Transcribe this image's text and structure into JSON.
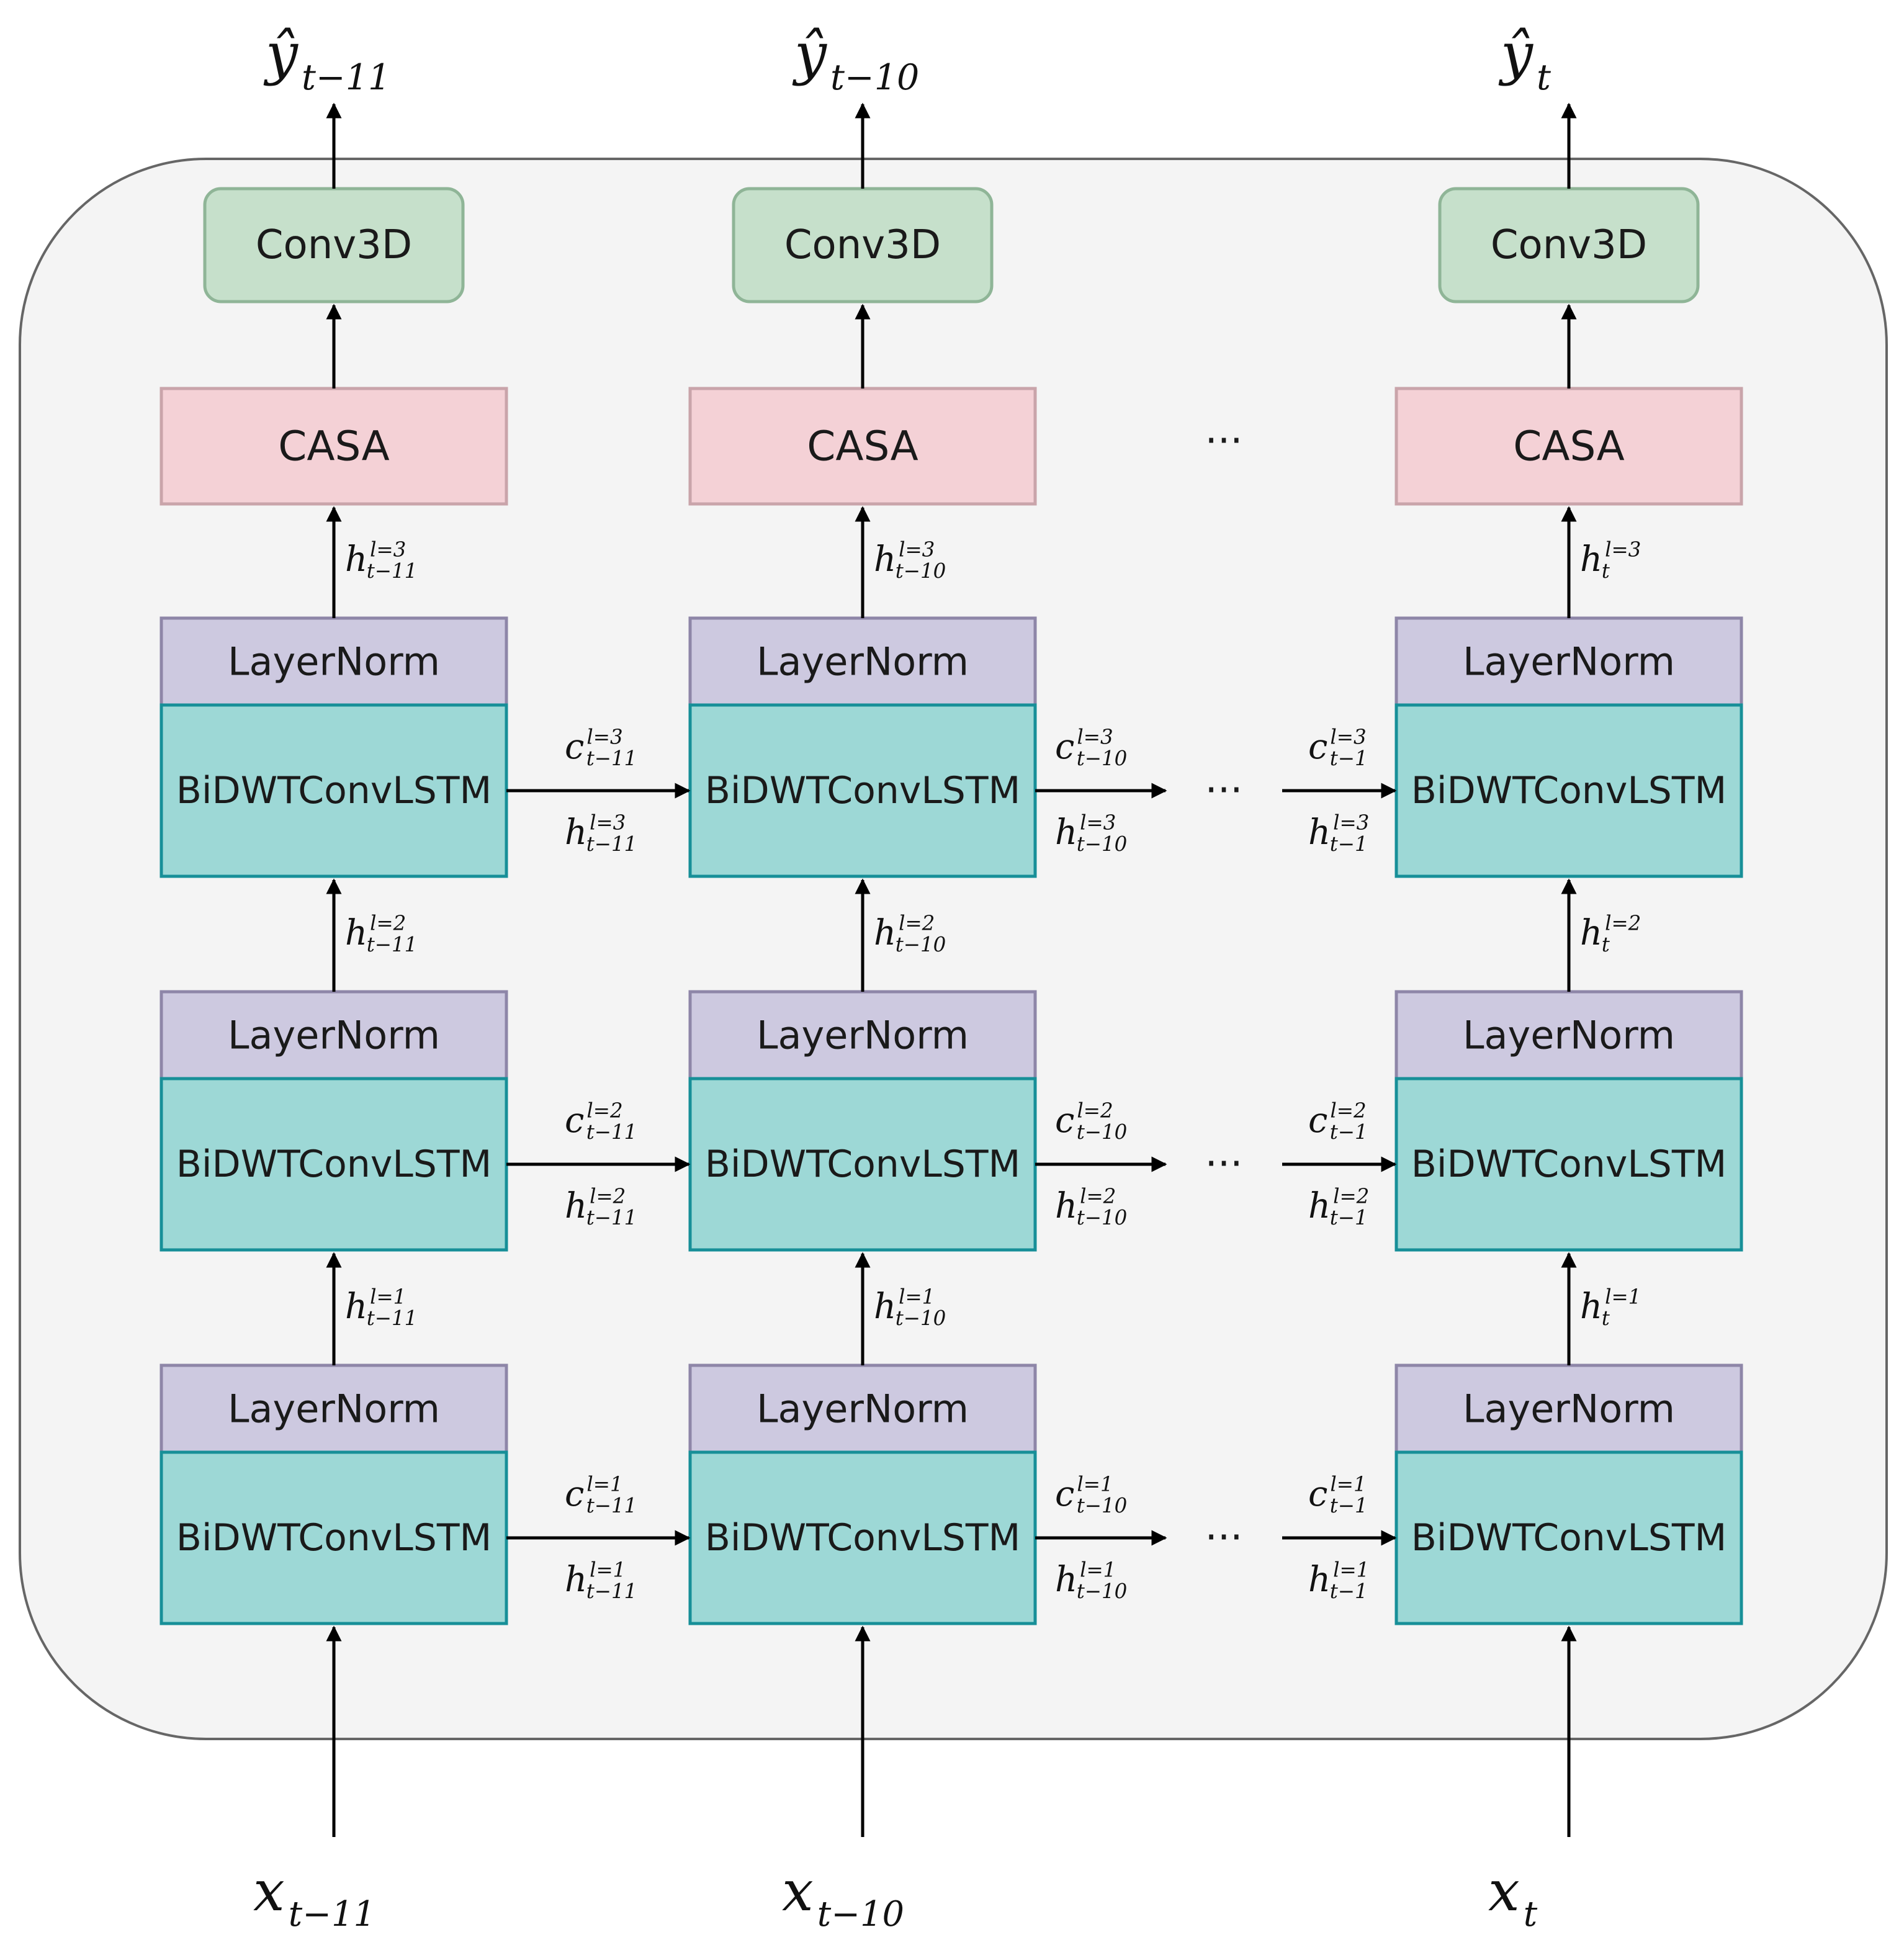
{
  "columns": [
    {
      "output": {
        "var": "ŷ",
        "sub": "t−11"
      },
      "input": {
        "var": "x",
        "sub": "t−11"
      },
      "head_label": "Conv3D",
      "attn_label": "CASA",
      "hidden_up": [
        {
          "var": "h",
          "sup": "l=1",
          "sub": "t−11"
        },
        {
          "var": "h",
          "sup": "l=2",
          "sub": "t−11"
        },
        {
          "var": "h",
          "sup": "l=3",
          "sub": "t−11"
        }
      ]
    },
    {
      "output": {
        "var": "ŷ",
        "sub": "t−10"
      },
      "input": {
        "var": "x",
        "sub": "t−10"
      },
      "head_label": "Conv3D",
      "attn_label": "CASA",
      "hidden_up": [
        {
          "var": "h",
          "sup": "l=1",
          "sub": "t−10"
        },
        {
          "var": "h",
          "sup": "l=2",
          "sub": "t−10"
        },
        {
          "var": "h",
          "sup": "l=3",
          "sub": "t−10"
        }
      ]
    },
    {
      "output": {
        "var": "ŷ",
        "sub": "t"
      },
      "input": {
        "var": "x",
        "sub": "t"
      },
      "head_label": "Conv3D",
      "attn_label": "CASA",
      "hidden_up": [
        {
          "var": "h",
          "sup": "l=1",
          "sub": "t"
        },
        {
          "var": "h",
          "sup": "l=2",
          "sub": "t"
        },
        {
          "var": "h",
          "sup": "l=3",
          "sub": "t"
        }
      ]
    }
  ],
  "cell": {
    "norm_label": "LayerNorm",
    "lstm_label": "BiDWTConvLSTM"
  },
  "ellipsis": "···",
  "layers": [
    {
      "links": [
        {
          "c": {
            "var": "c",
            "sup": "l=1",
            "sub": "t−11"
          },
          "h": {
            "var": "h",
            "sup": "l=1",
            "sub": "t−11"
          }
        },
        {
          "c": {
            "var": "c",
            "sup": "l=1",
            "sub": "t−10"
          },
          "h": {
            "var": "h",
            "sup": "l=1",
            "sub": "t−10"
          }
        },
        {
          "c": {
            "var": "c",
            "sup": "l=1",
            "sub": "t−1"
          },
          "h": {
            "var": "h",
            "sup": "l=1",
            "sub": "t−1"
          }
        }
      ]
    },
    {
      "links": [
        {
          "c": {
            "var": "c",
            "sup": "l=2",
            "sub": "t−11"
          },
          "h": {
            "var": "h",
            "sup": "l=2",
            "sub": "t−11"
          }
        },
        {
          "c": {
            "var": "c",
            "sup": "l=2",
            "sub": "t−10"
          },
          "h": {
            "var": "h",
            "sup": "l=2",
            "sub": "t−10"
          }
        },
        {
          "c": {
            "var": "c",
            "sup": "l=2",
            "sub": "t−1"
          },
          "h": {
            "var": "h",
            "sup": "l=2",
            "sub": "t−1"
          }
        }
      ]
    },
    {
      "links": [
        {
          "c": {
            "var": "c",
            "sup": "l=3",
            "sub": "t−11"
          },
          "h": {
            "var": "h",
            "sup": "l=3",
            "sub": "t−11"
          }
        },
        {
          "c": {
            "var": "c",
            "sup": "l=3",
            "sub": "t−10"
          },
          "h": {
            "var": "h",
            "sup": "l=3",
            "sub": "t−10"
          }
        },
        {
          "c": {
            "var": "c",
            "sup": "l=3",
            "sub": "t−1"
          },
          "h": {
            "var": "h",
            "sup": "l=3",
            "sub": "t−1"
          }
        }
      ]
    }
  ],
  "colors": {
    "frame_fill": "#f4f4f4",
    "frame_stroke": "#666666",
    "conv_fill": "#c6e0cb",
    "conv_stroke": "#8fb597",
    "casa_fill": "#f4d1d6",
    "casa_stroke": "#c9a4aa",
    "norm_fill": "#cdc9e0",
    "norm_stroke": "#8e86a8",
    "lstm_fill": "#9dd8d6",
    "lstm_stroke": "#178f98",
    "arrow": "#000000"
  }
}
